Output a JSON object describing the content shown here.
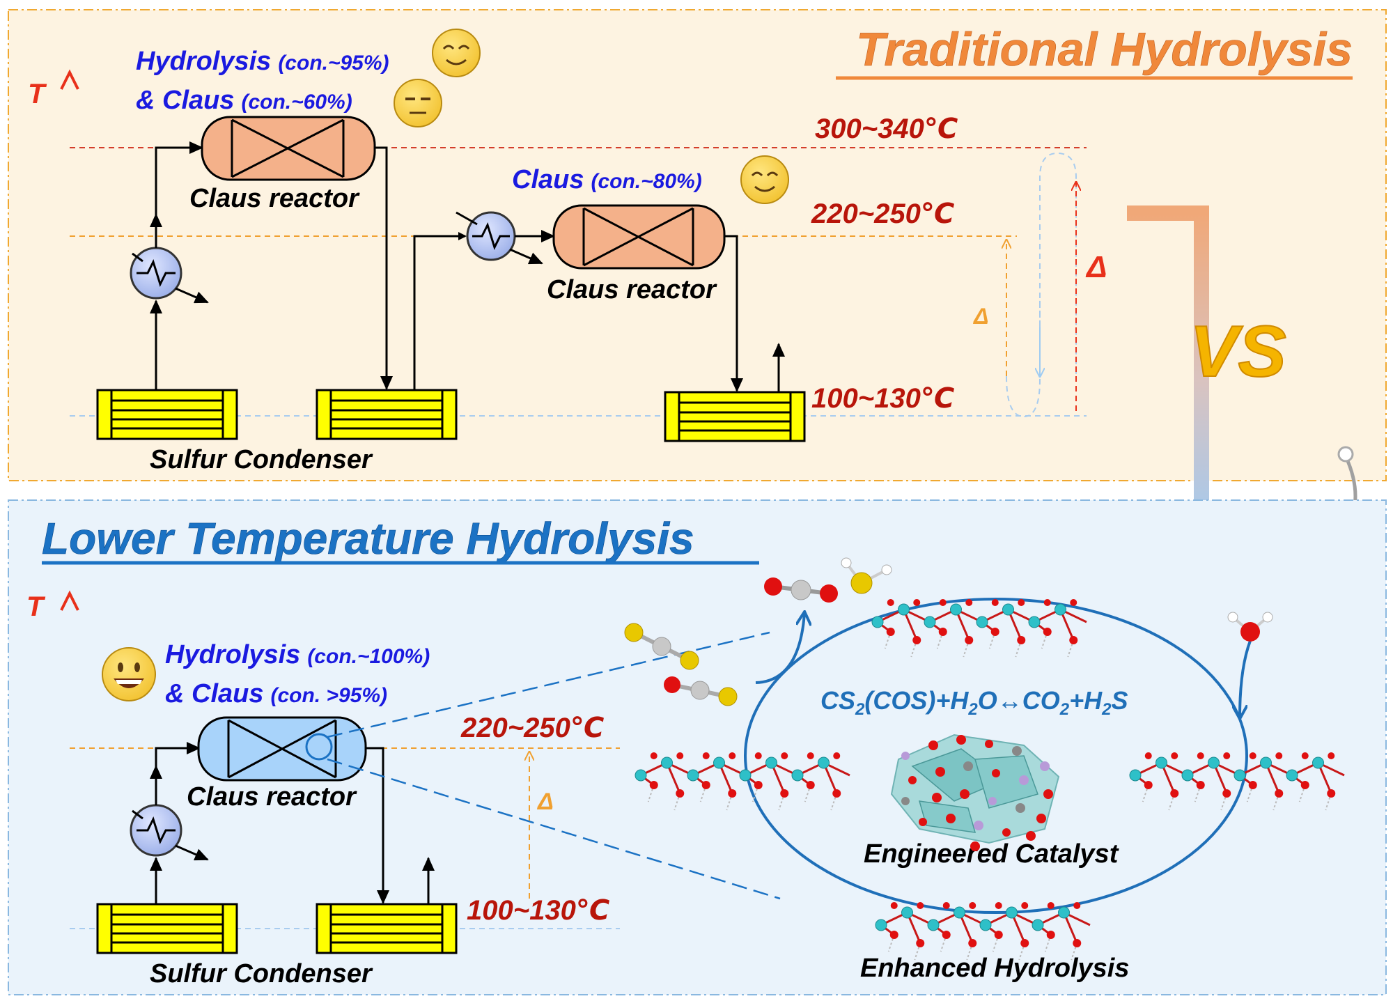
{
  "palette": {
    "top_panel_bg": "#fdf3e1",
    "top_panel_border": "#f0a830",
    "bottom_panel_bg": "#eaf3fb",
    "bottom_panel_border": "#8ab8e0",
    "title_top": "#f0883a",
    "title_bottom": "#1b72c4",
    "reactor_top": "#f4b18a",
    "reactor_bottom": "#a8d3fa",
    "condenser": "#ffff00",
    "temp_red": "#b8150a",
    "label_blue": "#1a1ae0",
    "cycle_blue": "#1f6fb8",
    "vs": "#f5b400",
    "line_high": "#d43d2a",
    "line_mid": "#f0a030",
    "line_low": "#a8ccef"
  },
  "top": {
    "title": "Traditional Hydrolysis",
    "axis_label": "T",
    "hydrolysis_name": "Hydrolysis",
    "hydrolysis_conv": "(con.~95%)",
    "claus1_name": "& Claus",
    "claus1_conv": "(con.~60%)",
    "claus2_name": "Claus",
    "claus2_conv": "(con.~80%)",
    "reactor_label_1": "Claus reactor",
    "reactor_label_2": "Claus reactor",
    "condenser_label": "Sulfur Condenser",
    "temp_high": "300~340℃",
    "temp_mid": "220~250℃",
    "temp_low": "100~130℃",
    "delta_small": "Δ",
    "delta_large": "Δ",
    "emoji_happy": "happy-face-icon",
    "emoji_neutral": "neutral-face-icon"
  },
  "vs_label": "VS",
  "bottom": {
    "title": "Lower Temperature Hydrolysis",
    "axis_label": "T",
    "hydrolysis_name": "Hydrolysis",
    "hydrolysis_conv": "(con.~100%)",
    "claus_name": "& Claus",
    "claus_conv": "(con. >95%)",
    "reactor_label": "Claus reactor",
    "condenser_label": "Sulfur Condenser",
    "temp_mid": "220~250℃",
    "temp_low": "100~130℃",
    "delta": "Δ",
    "emoji_grin": "grinning-face-icon",
    "reaction_cs2": "CS",
    "reaction_sub2a": "2",
    "reaction_mid": "(COS)+H",
    "reaction_sub2b": "2",
    "reaction_mid2": "O↔CO",
    "reaction_sub2c": "2",
    "reaction_mid3": "+H",
    "reaction_sub2d": "2",
    "reaction_end": "S",
    "catalyst_label": "Engineered Catalyst",
    "enhanced_label": "Enhanced Hydrolysis"
  }
}
